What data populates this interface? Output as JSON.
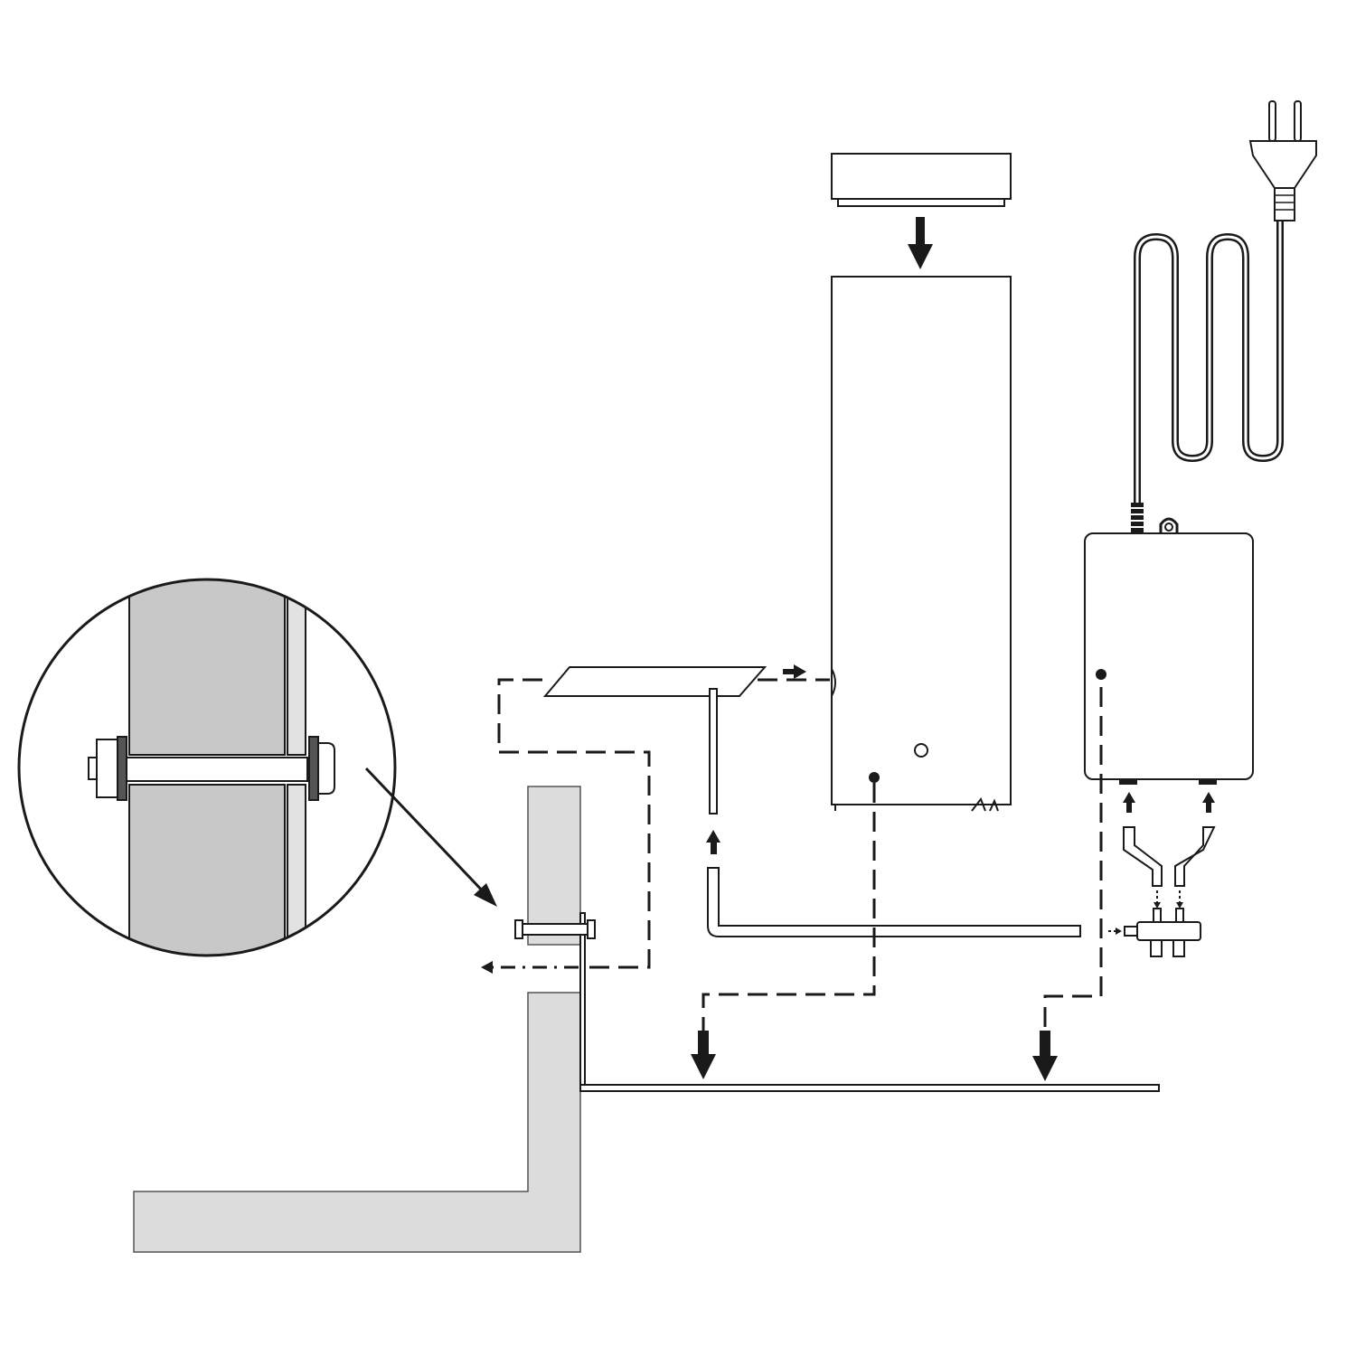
{
  "diagram": {
    "type": "installation-diagram",
    "components": [
      "lid",
      "column-housing",
      "support-bracket",
      "hex-key",
      "control-unit",
      "power-cord",
      "euro-plug",
      "y-hoses",
      "valve-manifold",
      "wall-mount",
      "floor-line",
      "detail-magnifier"
    ],
    "colors": {
      "line": "#1a1a1a",
      "wall_fill": "#dcdcdc",
      "detail_fill": "#c8c8c8",
      "background": "#ffffff"
    }
  }
}
